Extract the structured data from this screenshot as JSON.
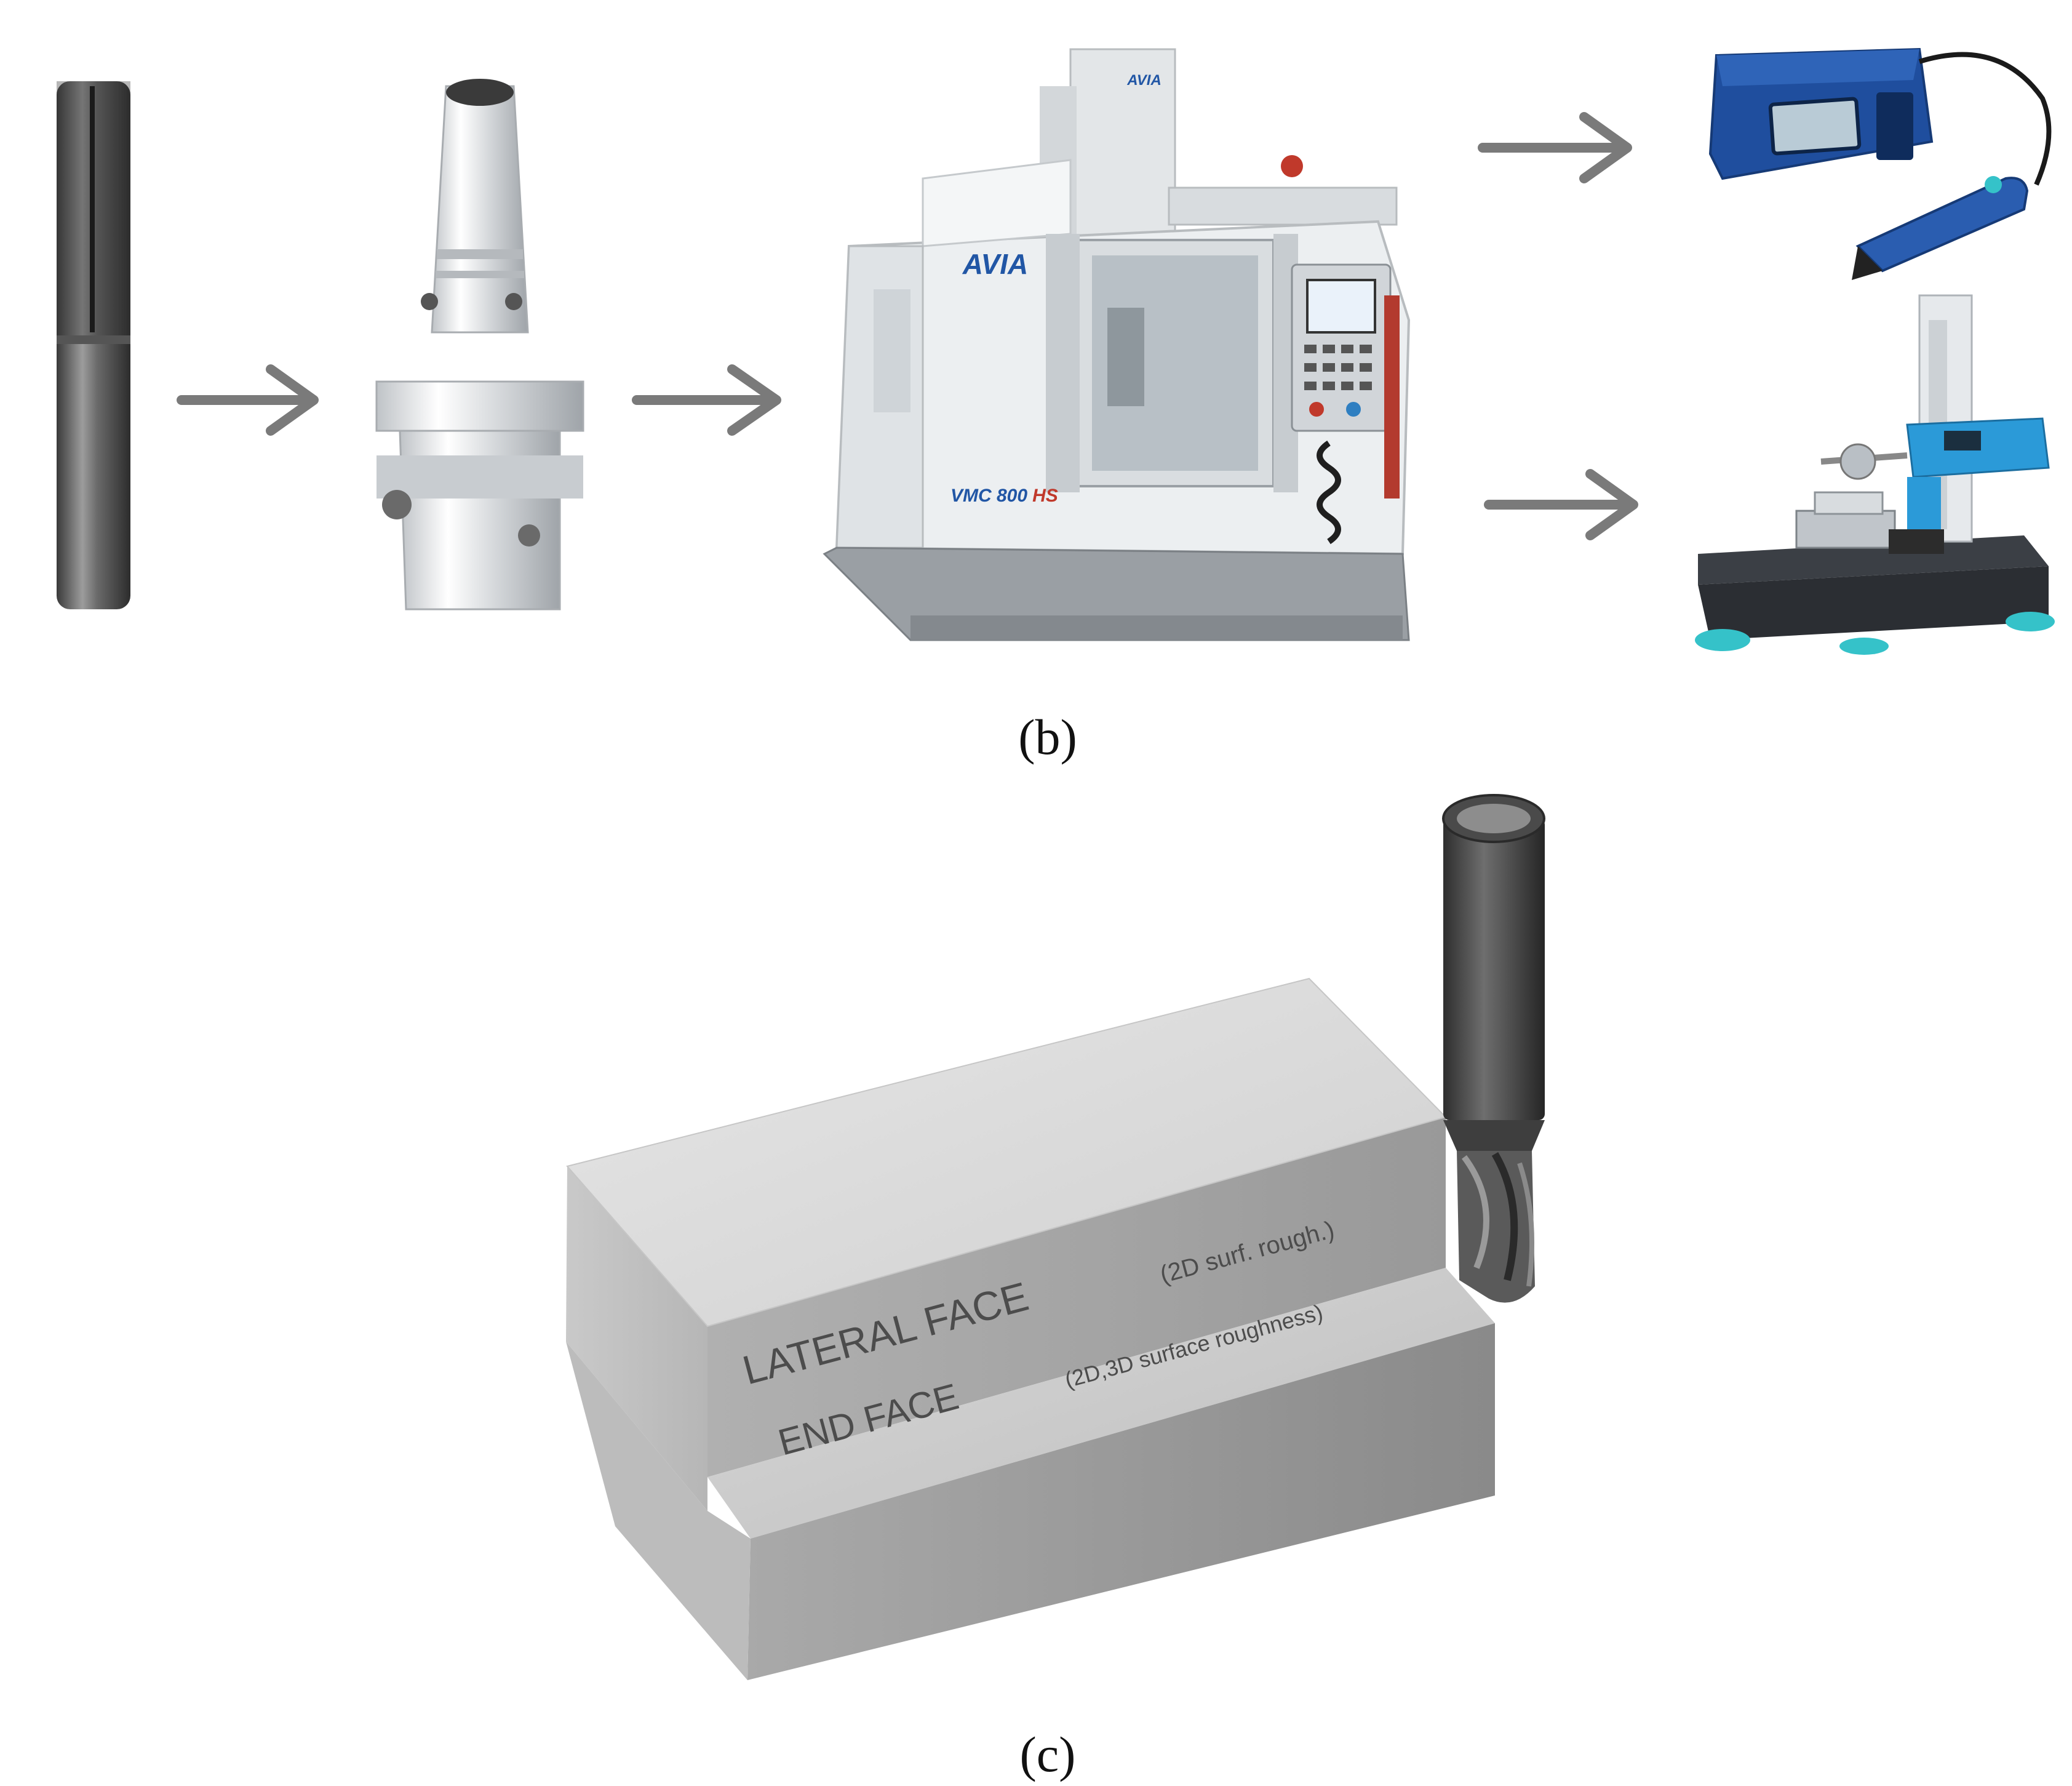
{
  "panel_b": {
    "label": "(b)",
    "machine_brand": "AVIA",
    "machine_model": "VMC 800",
    "machine_model_suffix": "HS"
  },
  "panel_c": {
    "label": "(c)",
    "lateral_face": "LATERAL FACE",
    "lateral_note": "(2D surf. rough.)",
    "end_face": "END FACE",
    "end_note": "(2D,3D surface roughness)"
  },
  "colors": {
    "arrow": "#7a7a7a",
    "machine_body": "#eceff1",
    "machine_base": "#9a9fa4",
    "tester_blue": "#1f4e9e",
    "granite": "#2b2e33",
    "teal": "#35c2c9",
    "block_top": "#e4e4e4",
    "block_side": "#a3a3a3"
  }
}
